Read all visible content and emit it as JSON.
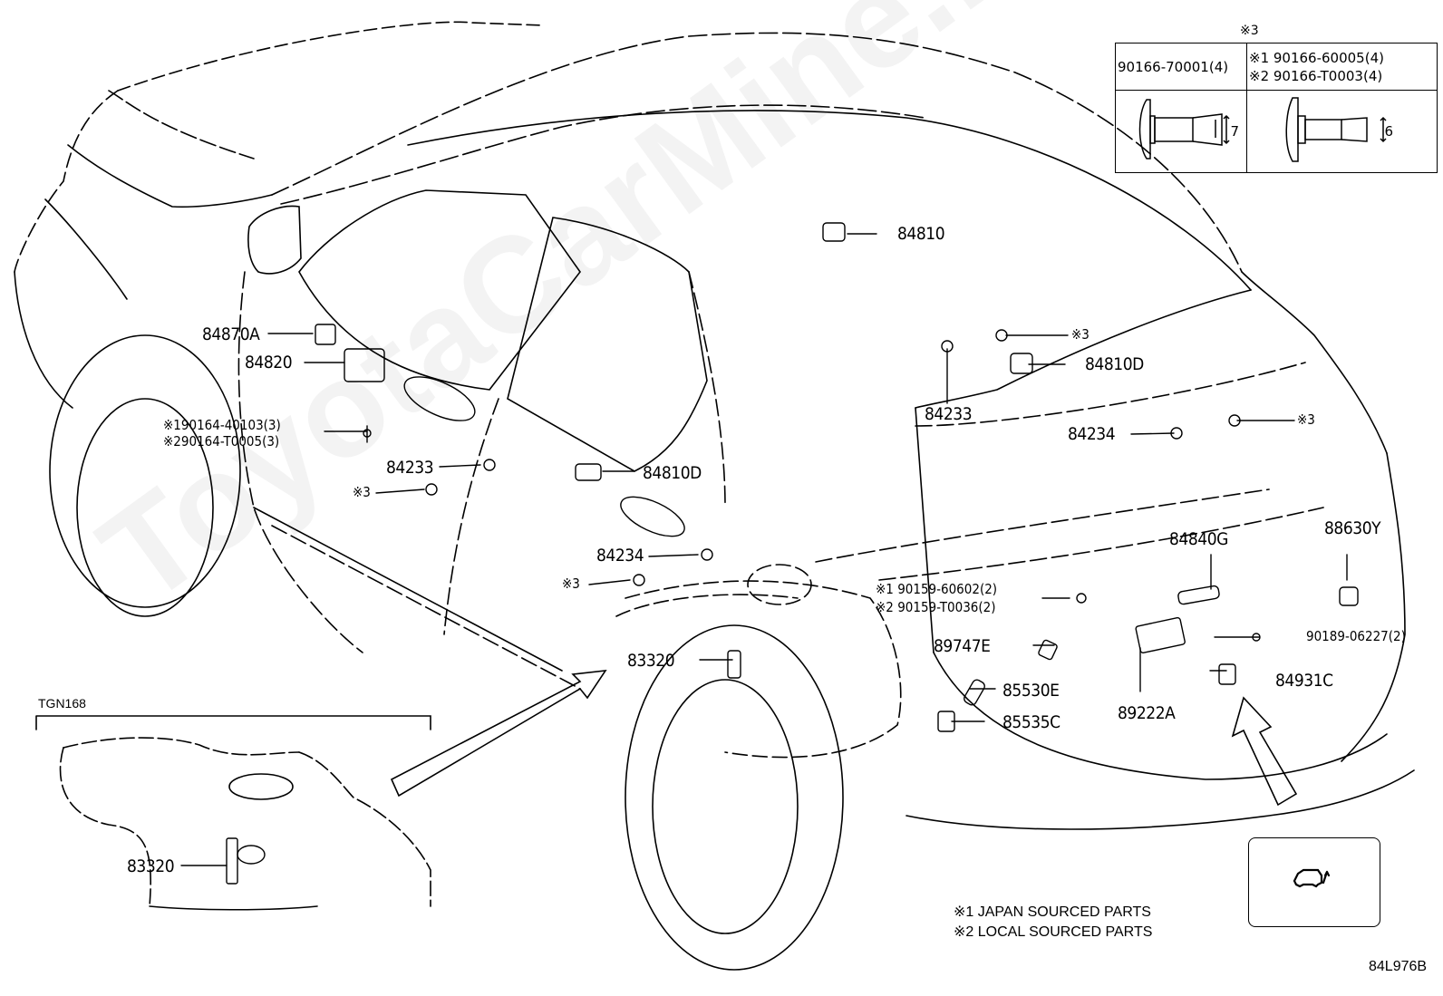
{
  "diagram": {
    "type": "parts-exploded-view",
    "subject": "SUV rear view with door/lamp switches and sensors",
    "drawing_code": "84L976B",
    "watermark": "ToyotaCarMine.ru",
    "model_section_label": "TGN168"
  },
  "fastener_table": {
    "note": "※3",
    "col1_part": "90166-70001(4)",
    "col2_part_1": "※1 90166-60005(4)",
    "col2_part_2": "※2 90166-T0003(4)",
    "col1_dimension": "7",
    "col2_dimension": "6"
  },
  "parts": {
    "p84810": "84810",
    "p84870A": "84870A",
    "p84820": "84820",
    "screw_left_1": "※190164-40103(3)",
    "screw_left_2": "※290164-T0005(3)",
    "p84233_left": "84233",
    "note3_left1": "※3",
    "p84810D_mid": "84810D",
    "p84234_mid": "84234",
    "note3_left2": "※3",
    "note3_upper": "※3",
    "p84810D_upper": "84810D",
    "p84233_upper": "84233",
    "p84234_right": "84234",
    "note3_right": "※3",
    "p84840G": "84840G",
    "p88630Y": "88630Y",
    "bolt_1": "※1 90159-60602(2)",
    "bolt_2": "※2 90159-T0036(2)",
    "p89747E": "89747E",
    "p90189": "90189-06227(2)",
    "p83320_main": "83320",
    "p85530E": "85530E",
    "p89222A": "89222A",
    "p84931C": "84931C",
    "p85535C": "85535C",
    "p83320_inset": "83320"
  },
  "legend": {
    "line1": "※1 JAPAN SOURCED PARTS",
    "line2": "※2 LOCAL SOURCED PARTS"
  },
  "icons": {
    "view_direction_icon": "suv-rear-hatch-icon"
  }
}
